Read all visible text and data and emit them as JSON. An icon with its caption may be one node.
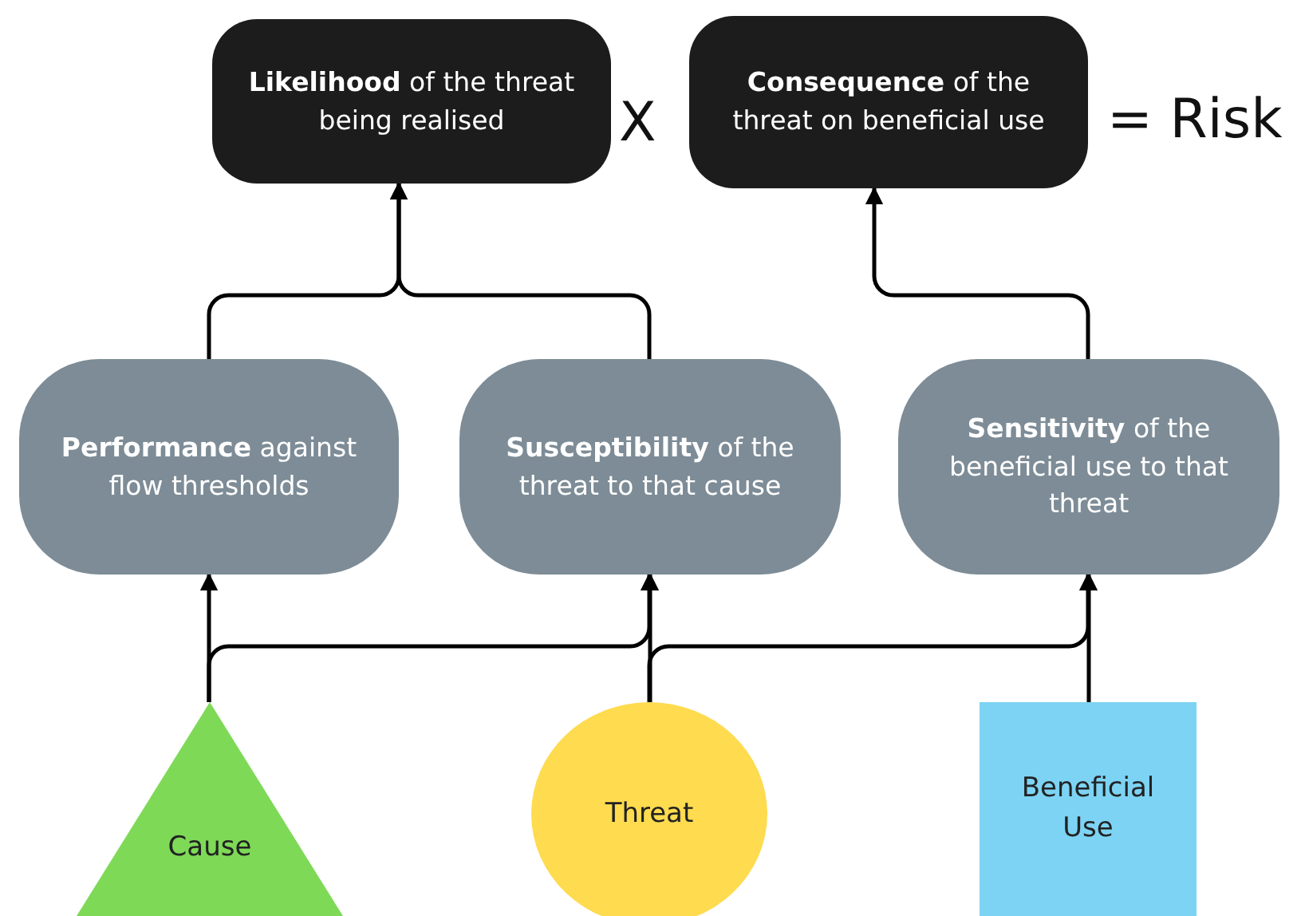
{
  "diagram": {
    "nodes": [
      {
        "text": [
          "**Likelihood** of the threat being realised"
        ]
      },
      {
        "text": [
          "**Consequence** of the threat on beneficial use"
        ]
      },
      {
        "text": [
          "**Performance** against flow thresholds"
        ]
      },
      {
        "text": [
          "**Susceptibility** of the threat to that cause"
        ]
      },
      {
        "text": [
          "**Sensitivity** of the beneficial use to that threat"
        ]
      },
      {
        "text": [
          "Cause"
        ]
      },
      {
        "text": [
          "Threat"
        ]
      },
      {
        "text": [
          "Beneficial Use"
        ]
      }
    ],
    "edges": [
      {
        "from": 5,
        "to": 2,
        "arrow": "to"
      },
      {
        "from": 5,
        "to": 3,
        "arrow": "to"
      },
      {
        "from": 6,
        "to": 3,
        "arrow": "to"
      },
      {
        "from": 6,
        "to": 4,
        "arrow": "to"
      },
      {
        "from": 7,
        "to": 4,
        "arrow": "to"
      },
      {
        "from": 2,
        "to": 0,
        "arrow": "to"
      },
      {
        "from": 3,
        "to": 0,
        "arrow": "to"
      },
      {
        "from": 4,
        "to": 1,
        "arrow": "to"
      }
    ],
    "labels": [
      "X",
      "= Risk"
    ]
  }
}
